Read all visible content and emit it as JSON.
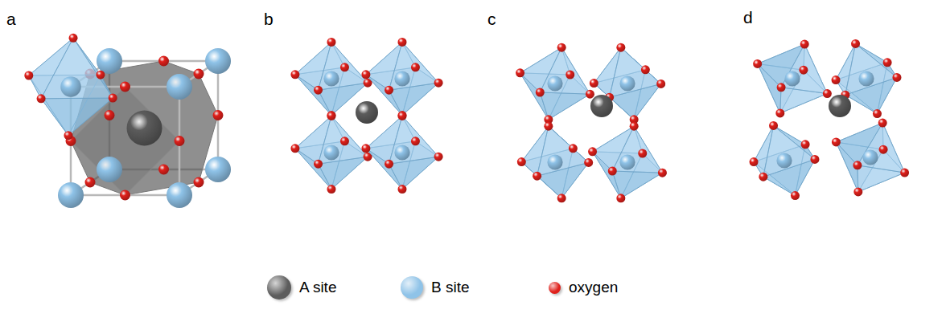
{
  "diagram": {
    "labels": [
      "a",
      "b",
      "c",
      "d"
    ],
    "legend": [
      {
        "text": "A site",
        "color": "#5c5c5c"
      },
      {
        "text": "B site",
        "color": "#8fc3e8"
      },
      {
        "text": "oxygen",
        "color": "#e0201b"
      }
    ]
  }
}
